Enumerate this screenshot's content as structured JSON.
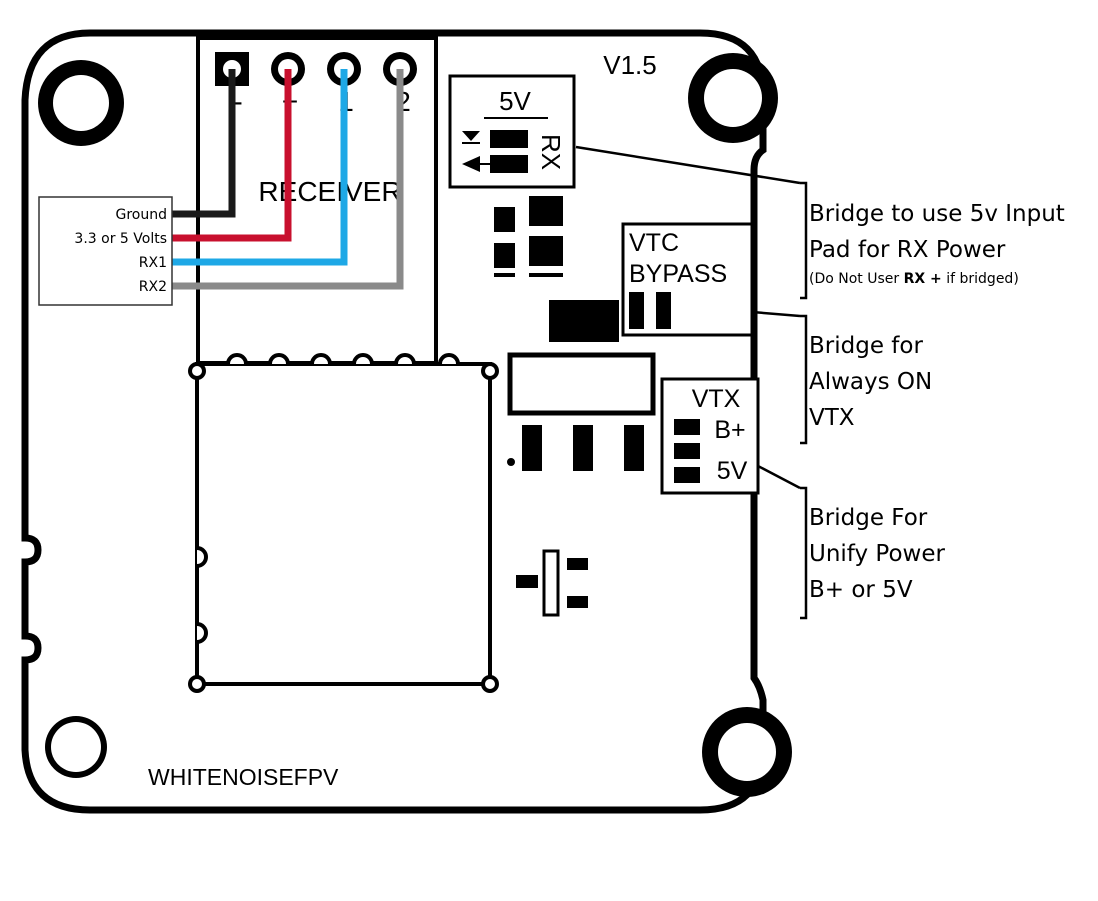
{
  "board": {
    "version": "V1.5",
    "brand": "WHITENOISEFPV",
    "receiver_label": "RECEIVER",
    "pin_labels": [
      "-",
      "+",
      "1",
      "2"
    ]
  },
  "pad_5v_rx": {
    "top_label": "5V",
    "side_label": "RX"
  },
  "vtc_bypass": {
    "line1": "VTC",
    "line2": "BYPASS"
  },
  "vtx_pad": {
    "title": "VTX",
    "b_label": "B+",
    "v_label": "5V"
  },
  "wire_legend": {
    "ground": "Ground",
    "volts": "3.3 or 5 Volts",
    "rx1": "RX1",
    "rx2": "RX2"
  },
  "callouts": {
    "rx_power": {
      "line1": "Bridge to use 5v Input",
      "line2": "Pad for RX Power",
      "note_pre": "(Do Not User ",
      "note_bold": "RX +",
      "note_post": "  if bridged)"
    },
    "always_on": {
      "line1": "Bridge for",
      "line2": "Always ON",
      "line3": "VTX"
    },
    "unify": {
      "line1": "Bridge For",
      "line2": "Unify Power",
      "line3": "B+ or 5V"
    }
  },
  "colors": {
    "ground_wire": "#1a1a1a",
    "power_wire": "#c8102e",
    "rx1_wire": "#1ea8e6",
    "rx2_wire": "#8a8a8a"
  }
}
